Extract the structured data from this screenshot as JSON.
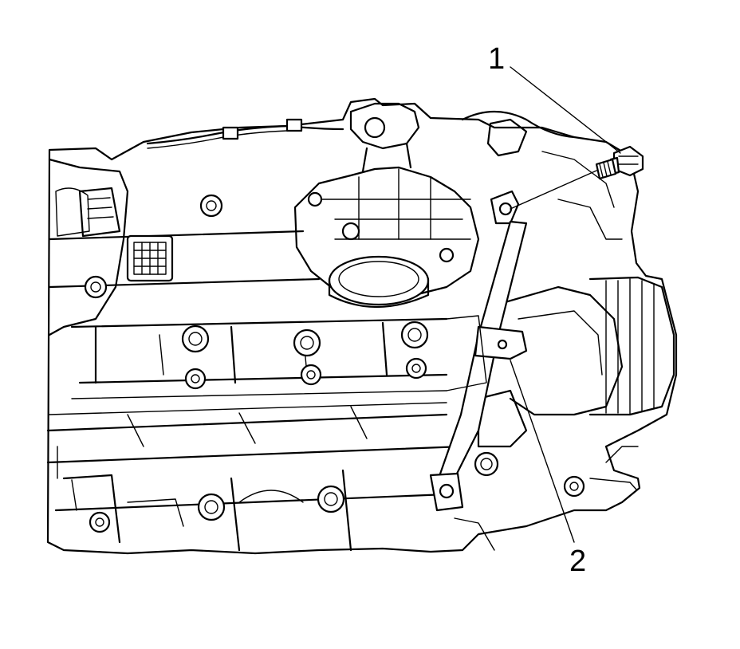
{
  "diagram": {
    "colors": {
      "line": "#000000",
      "background": "#ffffff"
    },
    "callouts": [
      {
        "id": "1",
        "label": "1",
        "part": "bolt"
      },
      {
        "id": "2",
        "label": "2",
        "part": "bracket"
      }
    ]
  }
}
